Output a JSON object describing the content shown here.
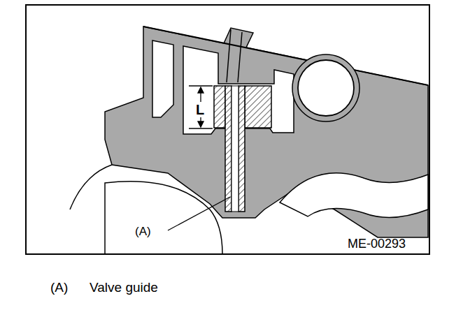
{
  "diagram": {
    "labels": [
      "L",
      "(A)",
      "ME-00293",
      "(A)",
      "Valve guide"
    ]
  }
}
